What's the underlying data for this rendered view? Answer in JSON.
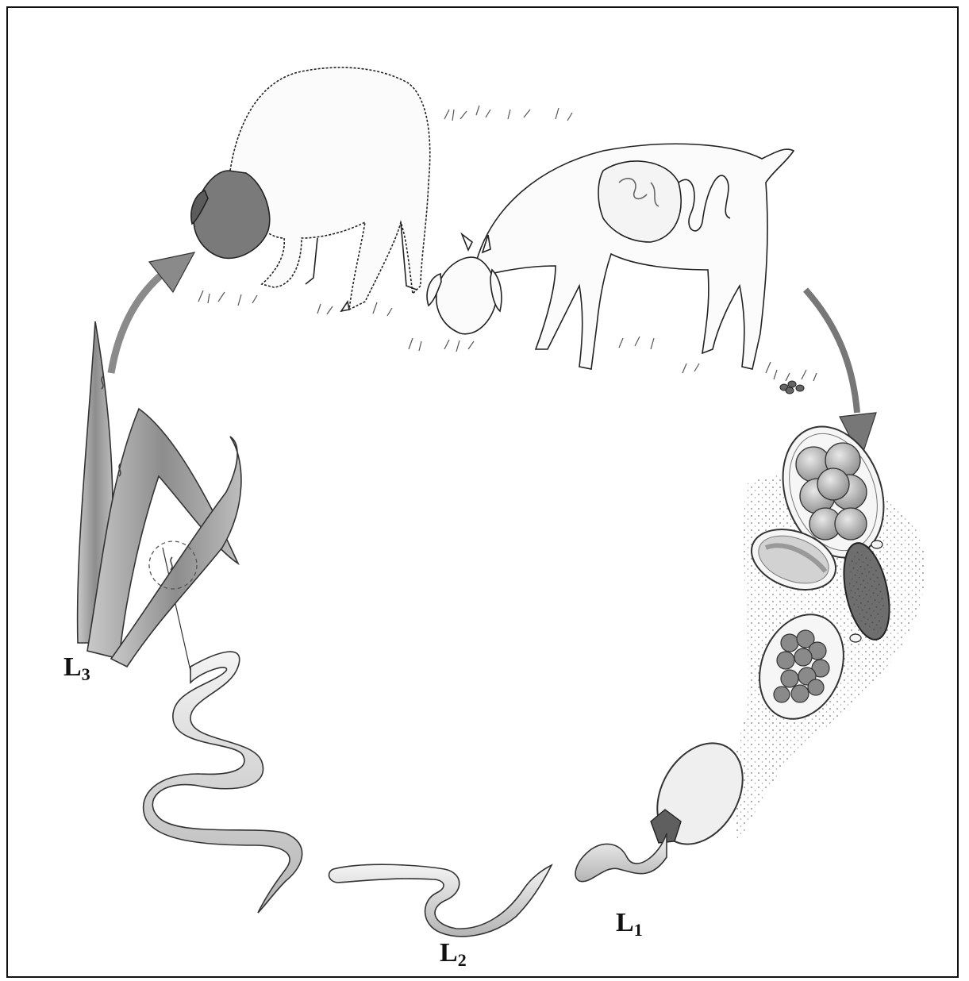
{
  "stages": {
    "l1": {
      "letter": "L",
      "sub": "1"
    },
    "l2": {
      "letter": "L",
      "sub": "2"
    },
    "l3": {
      "letter": "L",
      "sub": "3"
    }
  },
  "colors": {
    "outline": "#222222",
    "shade": "#9a9a9a",
    "dark_shade": "#6e6e6e",
    "grass": "#7f7f7f"
  }
}
